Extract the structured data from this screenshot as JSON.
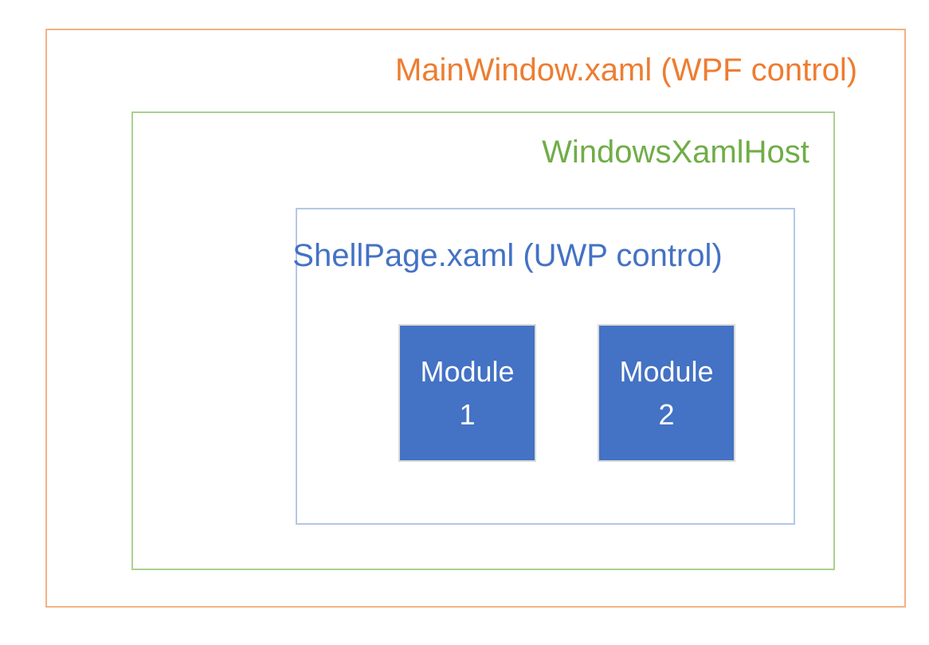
{
  "diagram": {
    "outer": {
      "label": "MainWindow.xaml (WPF control)",
      "text_color": "#ED7D31",
      "border_color": "#F4B183"
    },
    "host": {
      "label": "WindowsXamlHost",
      "text_color": "#70AD47",
      "border_color": "#A9D18E"
    },
    "shell": {
      "label": "ShellPage.xaml (UWP control)",
      "text_color": "#4472C4",
      "border_color": "#B4C7E7"
    },
    "modules": [
      {
        "label": "Module 1",
        "lines": [
          "Module",
          "1"
        ],
        "fill_color": "#4472C4",
        "border_color": "#D9D9D9",
        "text_color": "#FFFFFF"
      },
      {
        "label": "Module 2",
        "lines": [
          "Module",
          "2"
        ],
        "fill_color": "#4472C4",
        "border_color": "#D9D9D9",
        "text_color": "#FFFFFF"
      }
    ]
  }
}
